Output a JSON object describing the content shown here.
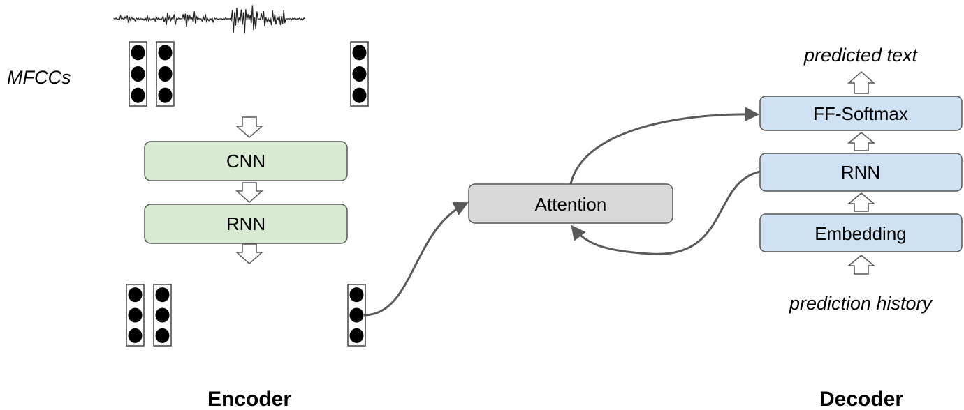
{
  "labels": {
    "mfccs": "MFCCs",
    "encoder": "Encoder",
    "decoder": "Decoder",
    "predicted_text": "predicted text",
    "prediction_history": "prediction history"
  },
  "encoder_blocks": {
    "cnn": "CNN",
    "rnn": "RNN"
  },
  "attention": {
    "label": "Attention"
  },
  "decoder_blocks": {
    "ff_softmax": "FF-Softmax",
    "rnn": "RNN",
    "embedding": "Embedding"
  },
  "colors": {
    "encoder_block_fill": "#d9ead3",
    "decoder_block_fill": "#cfe2f3",
    "attention_fill": "#d9d9d9",
    "block_stroke": "#555555",
    "arrow_color": "#595959",
    "feature_dot": "#000000"
  }
}
